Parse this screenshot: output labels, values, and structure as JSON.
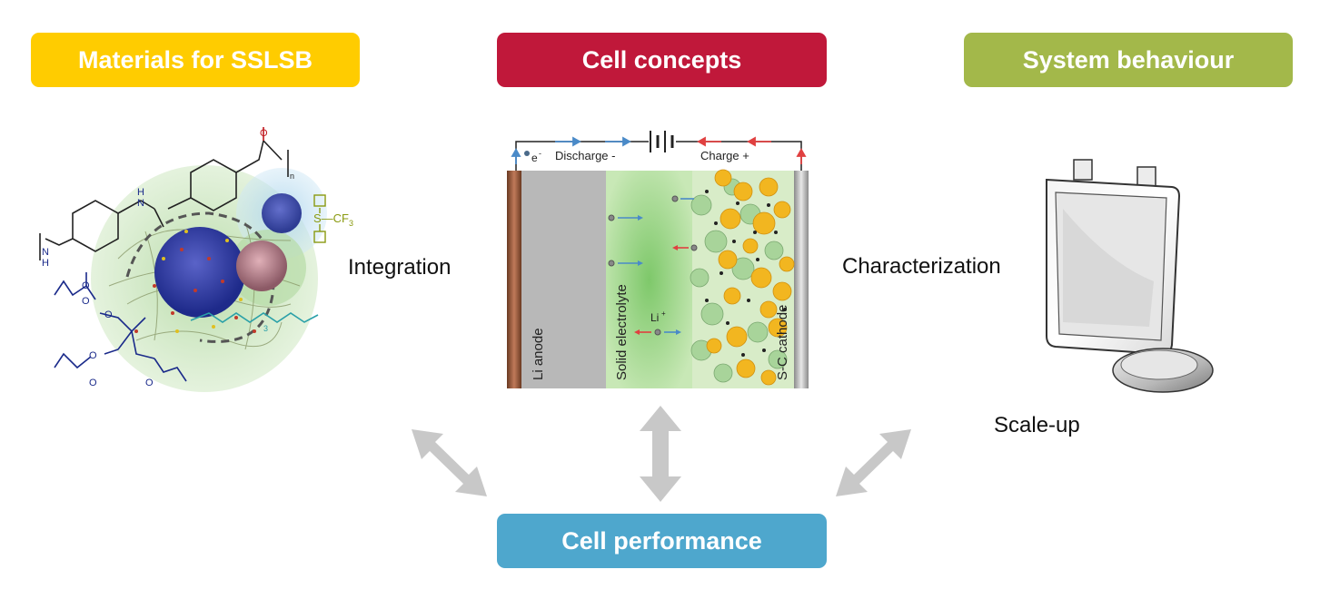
{
  "headers": {
    "materials": "Materials for SSLSB",
    "cell_concepts": "Cell concepts",
    "system_behaviour": "System behaviour",
    "cell_performance": "Cell performance"
  },
  "labels": {
    "integration": "Integration",
    "characterization": "Characterization",
    "scale_up": "Scale-up"
  },
  "cell": {
    "electron": "e",
    "electron_sup": "-",
    "discharge": "Discharge -",
    "charge": "Charge +",
    "li_ion": "Li",
    "li_ion_sup": "+",
    "anode": "Li anode",
    "electrolyte": "Solid electrolyte",
    "cathode": "S-C cathode"
  },
  "molecule": {
    "o_top": "O",
    "n_sub": "n",
    "nh_top": "H",
    "n_top": "N",
    "n_left": "N",
    "h_left": "H",
    "cf3": "S—CF",
    "cf3_sub": "3",
    "o1": "O",
    "o2": "O",
    "o3": "O",
    "o4": "O",
    "o5": "O",
    "o6": "O",
    "sub3": "3"
  },
  "colors": {
    "materials": "#ffcc00",
    "cell_concepts": "#c0183a",
    "system_behaviour": "#a3b84a",
    "cell_performance": "#4ea7cd",
    "arrow": "#c8c8c8"
  }
}
